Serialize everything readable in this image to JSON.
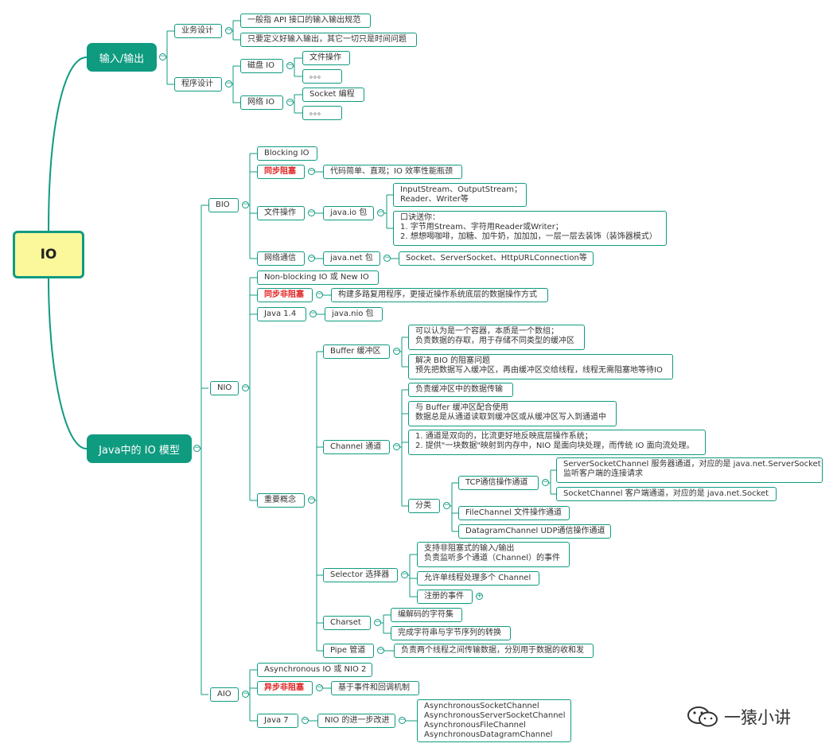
{
  "root": "IO",
  "colors": {
    "accent": "#0f9b80",
    "root_fill": "#fbf79b",
    "highlight_text": "#e02020"
  },
  "io": {
    "label": "输入/输出",
    "business": {
      "label": "业务设计",
      "items": [
        "一般指 API 接口的输入输出规范",
        "只要定义好输入输出，其它一切只是时间问题"
      ]
    },
    "program": {
      "label": "程序设计",
      "disk": {
        "label": "磁盘 IO",
        "items": [
          "文件操作",
          "。。。"
        ]
      },
      "net": {
        "label": "网络 IO",
        "items": [
          "Socket 编程",
          "。。。"
        ]
      }
    }
  },
  "model": {
    "label": "Java中的 IO 模型",
    "bio": {
      "label": "BIO",
      "blocking": "Blocking IO",
      "sync_block": {
        "label": "同步阻塞",
        "desc": "代码简单、直观；IO 效率性能瓶颈"
      },
      "file": {
        "label": "文件操作",
        "pkg": "java.io 包",
        "streams": "InputStream、OutputStream；\nReader、Writer等",
        "tip": "口诀送你：\n1. 字节用Stream、字符用Reader或Writer；\n2. 想想喝咖啡，加糖、加牛奶，加加加，一层一层去装饰（装饰器模式）"
      },
      "net": {
        "label": "网络通信",
        "pkg": "java.net 包",
        "classes": "Socket、ServerSocket、HttpURLConnection等"
      }
    },
    "nio": {
      "label": "NIO",
      "name": "Non-blocking IO 或 New IO",
      "sync_nonblock": {
        "label": "同步非阻塞",
        "desc": "构建多路复用程序，更接近操作系统底层的数据操作方式"
      },
      "java14": {
        "label": "Java 1.4",
        "pkg": "java.nio 包"
      },
      "concepts": {
        "label": "重要概念",
        "buffer": {
          "label": "Buffer 缓冲区",
          "items": [
            "可以认为是一个容器，本质是一个数组；\n负责数据的存取，用于存储不同类型的缓冲区",
            "解决 BIO 的阻塞问题\n预先把数据写入缓冲区，再由缓冲区交给线程，线程无需阻塞地等待IO"
          ]
        },
        "channel": {
          "label": "Channel 通道",
          "items": [
            "负责缓冲区中的数据传输",
            "与 Buffer 缓冲区配合使用\n数据总是从通道读取到缓冲区或从缓冲区写入到通道中",
            "1. 通道是双向的，比流更好地反映底层操作系统；\n2. 提供\"一块数据\"映射到内存中，NIO 是面向块处理，而传统 IO 面向流处理。"
          ],
          "category": {
            "label": "分类",
            "tcp": {
              "label": "TCP通信操作通道",
              "items": [
                "ServerSocketChannel 服务器通道，对应的是 java.net.ServerSocket\n监听客户端的连接请求",
                "SocketChannel 客户端通道，对应的是 java.net.Socket"
              ]
            },
            "file": "FileChannel 文件操作通道",
            "udp": "DatagramChannel UDP通信操作通道"
          }
        },
        "selector": {
          "label": "Selector 选择器",
          "items": [
            "支持非阻塞式的输入/输出\n负责监听多个通道（Channel）的事件",
            "允许单线程处理多个 Channel",
            "注册的事件"
          ]
        },
        "charset": {
          "label": "Charset",
          "items": [
            "编解码的字符集",
            "完成字符串与字节序列的转换"
          ]
        },
        "pipe": {
          "label": "Pipe 管道",
          "desc": "负责两个线程之间传输数据，分别用于数据的收和发"
        }
      }
    },
    "aio": {
      "label": "AIO",
      "name": "Asynchronous IO 或 NIO 2",
      "async": {
        "label": "异步非阻塞",
        "desc": "基于事件和回调机制"
      },
      "java7": {
        "label": "Java 7",
        "improve": "NIO 的进一步改进",
        "classes": "AsynchronousSocketChannel\nAsynchronousServerSocketChannel\nAsynchronousFileChannel\nAsynchronousDatagramChannel"
      }
    }
  },
  "watermark": "一猿小讲",
  "icons": {
    "collapse": "minus-circle-icon",
    "expand": "plus-circle-icon",
    "watermark": "wechat-logo-icon"
  }
}
